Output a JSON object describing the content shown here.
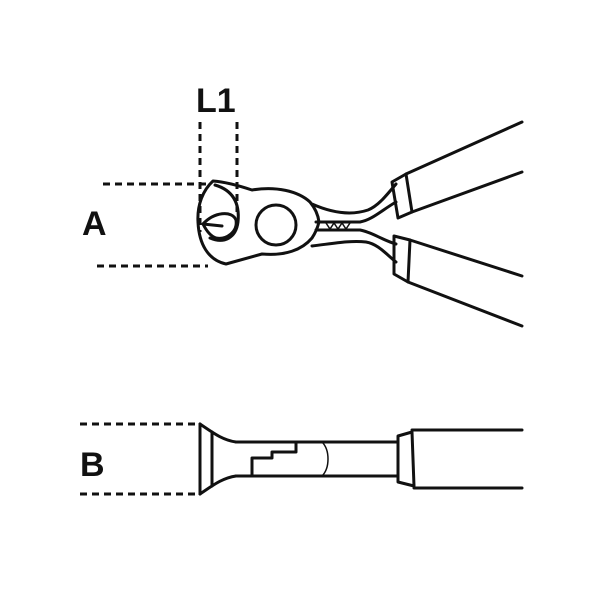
{
  "labels": {
    "l1": "L1",
    "a": "A",
    "b": "B"
  },
  "colors": {
    "ink": "#111111",
    "background": "#ffffff"
  }
}
